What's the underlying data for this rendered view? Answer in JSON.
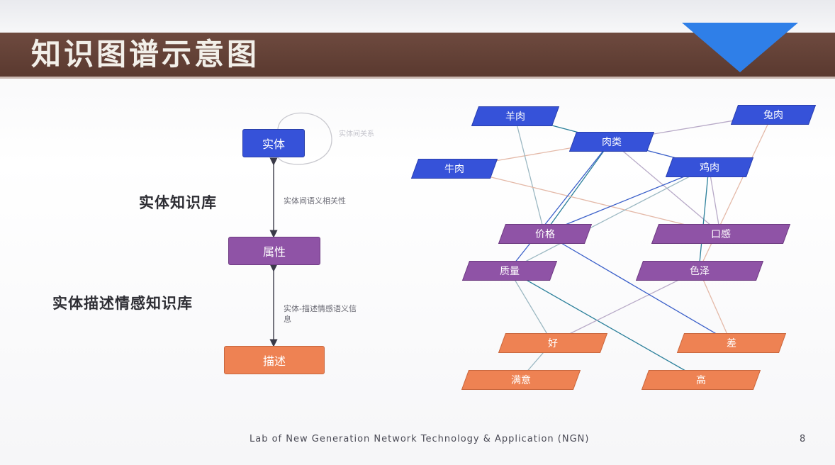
{
  "slide": {
    "title": "知识图谱示意图",
    "footer": "Lab of New Generation Network Technology & Application (NGN)",
    "page_number": "8",
    "accent_color": "#2f7fe8",
    "titlebar_color": "#5a392f"
  },
  "left_diagram": {
    "entity": "实体",
    "attribute": "属性",
    "description": "描述",
    "kb_entity": "实体知识库",
    "kb_desc": "实体描述情感知识库",
    "note_entity_attr": "实体间语义相关性",
    "note_attr_desc": "实体-描述情感语义信息",
    "note_self_loop": "实体间关系",
    "colors": {
      "entity": "#3652d9",
      "attribute": "#8f53a6",
      "description": "#ee8253"
    }
  },
  "right_diagram": {
    "entities": [
      {
        "id": "yangrou",
        "label": "羊肉"
      },
      {
        "id": "roulei",
        "label": "肉类"
      },
      {
        "id": "tuirou",
        "label": "兔肉"
      },
      {
        "id": "niurou",
        "label": "牛肉"
      },
      {
        "id": "jirou",
        "label": "鸡肉"
      }
    ],
    "attributes": [
      {
        "id": "jiage",
        "label": "价格"
      },
      {
        "id": "kougan",
        "label": "口感"
      },
      {
        "id": "zhiliang",
        "label": "质量"
      },
      {
        "id": "sese",
        "label": "色泽"
      }
    ],
    "descriptions": [
      {
        "id": "hao",
        "label": "好"
      },
      {
        "id": "cha",
        "label": "差"
      },
      {
        "id": "manyi",
        "label": "满意"
      },
      {
        "id": "gao",
        "label": "高"
      }
    ],
    "edges": [
      [
        "yangrou",
        "roulei"
      ],
      [
        "tuirou",
        "roulei"
      ],
      [
        "niurou",
        "roulei"
      ],
      [
        "jirou",
        "roulei"
      ],
      [
        "yangrou",
        "jiage"
      ],
      [
        "roulei",
        "jiage"
      ],
      [
        "roulei",
        "kougan"
      ],
      [
        "niurou",
        "kougan"
      ],
      [
        "jirou",
        "jiage"
      ],
      [
        "jirou",
        "zhiliang"
      ],
      [
        "jirou",
        "sese"
      ],
      [
        "jirou",
        "kougan"
      ],
      [
        "tuirou",
        "sese"
      ],
      [
        "roulei",
        "zhiliang"
      ],
      [
        "zhiliang",
        "hao"
      ],
      [
        "zhiliang",
        "gao"
      ],
      [
        "sese",
        "hao"
      ],
      [
        "sese",
        "cha"
      ],
      [
        "jiage",
        "cha"
      ],
      [
        "hao",
        "manyi"
      ]
    ]
  }
}
